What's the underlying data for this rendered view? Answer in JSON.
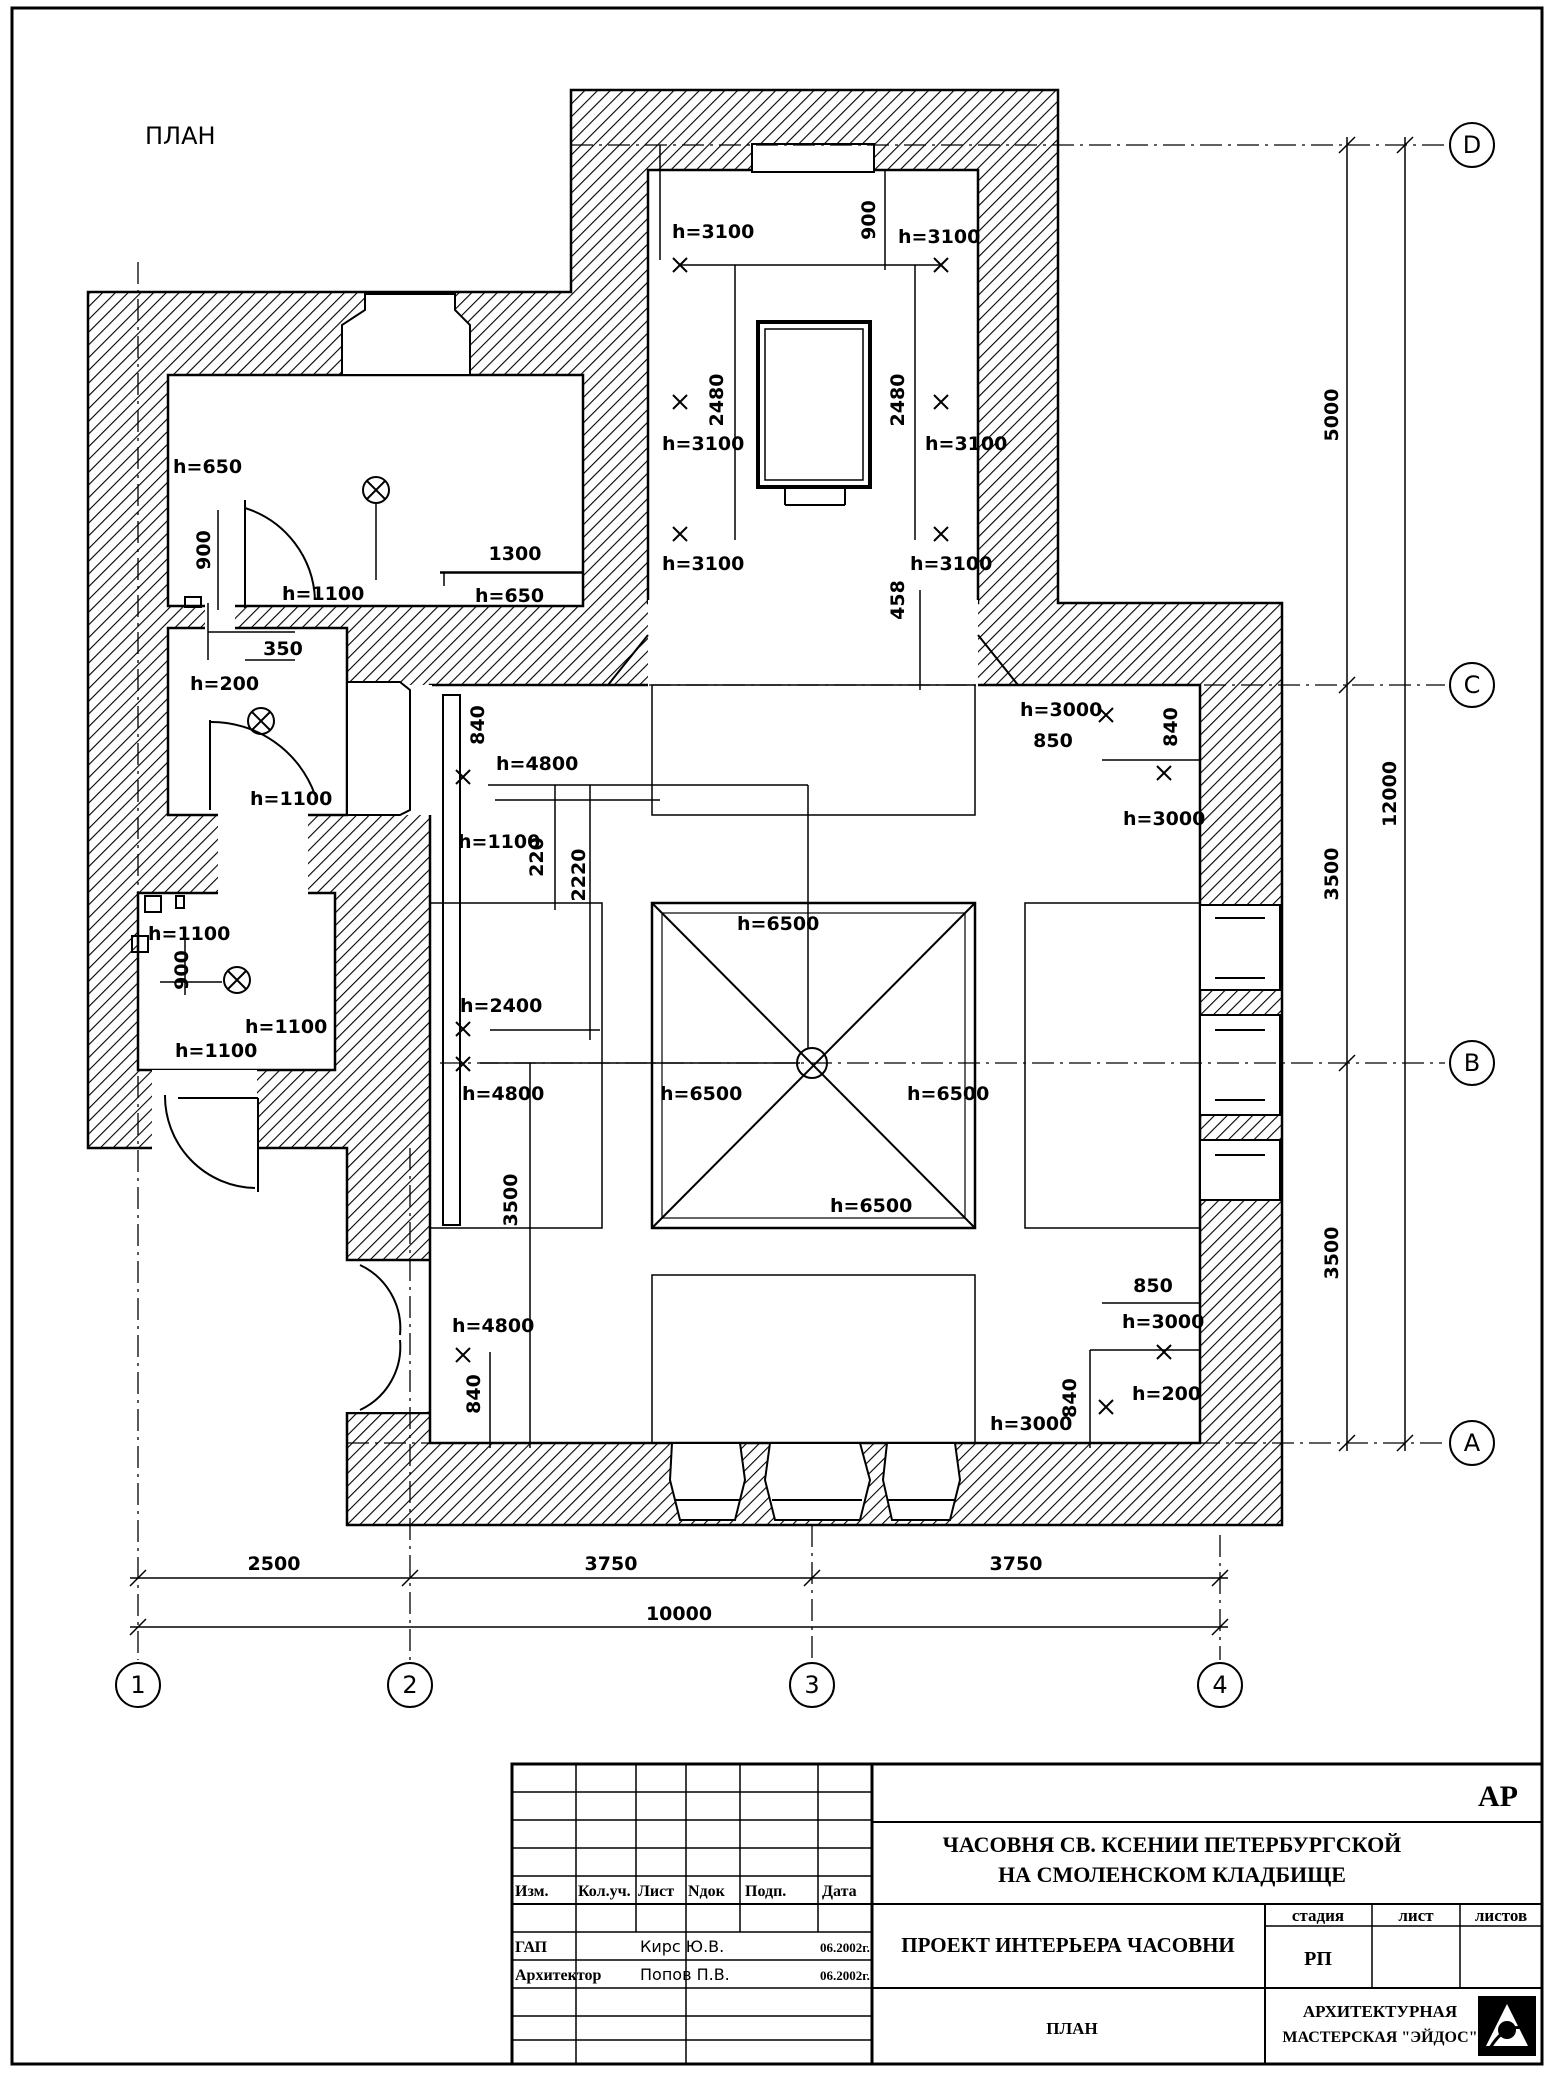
{
  "sheet": {
    "plan_title": "ПЛАН",
    "sheet_code": "АР"
  },
  "grid_axes": {
    "columns": [
      "1",
      "2",
      "3",
      "4"
    ],
    "rows": [
      "A",
      "B",
      "C",
      "D"
    ]
  },
  "dimensions": {
    "bottom_spans": [
      "2500",
      "3750",
      "3750"
    ],
    "bottom_total": "10000",
    "right_spans": [
      "3500",
      "3500",
      "5000"
    ],
    "right_total": "12000",
    "interior": [
      "900",
      "2480",
      "2480",
      "458",
      "840",
      "850",
      "840",
      "220",
      "2220",
      "3500",
      "850",
      "840",
      "840",
      "1300",
      "900",
      "350",
      "900"
    ]
  },
  "height_labels": [
    "h=3100",
    "h=3100",
    "h=3100",
    "h=3100",
    "h=3100",
    "h=3100",
    "h=650",
    "h=650",
    "h=1100",
    "h=200",
    "h=1100",
    "h=4800",
    "h=1100",
    "h=3000",
    "h=3000",
    "h=6500",
    "h=6500",
    "h=6500",
    "h=6500",
    "h=1100",
    "h=1100",
    "h=1100",
    "h=2400",
    "h=4800",
    "h=4800",
    "h=3000",
    "h=200",
    "h=3000"
  ],
  "title_block": {
    "project_title_line1": "ЧАСОВНЯ СВ. КСЕНИИ ПЕТЕРБУРГСКОЙ",
    "project_title_line2": "НА СМОЛЕНСКОМ КЛАДБИЩЕ",
    "col_headers": [
      "Изм.",
      "Кол.уч.",
      "Лист",
      "Nдок",
      "Подп.",
      "Дата"
    ],
    "roles": [
      {
        "role": "ГАП",
        "name": "Кирс Ю.В.",
        "date": "06.2002г."
      },
      {
        "role": "Архитектор",
        "name": "Попов П.В.",
        "date": "06.2002г."
      }
    ],
    "stage_headers": [
      "стадия",
      "лист",
      "листов"
    ],
    "stage": "РП",
    "drawing_name": "ПРОЕКТ ИНТЕРЬЕРА ЧАСОВНИ",
    "sheet_name": "ПЛАН",
    "firm_line1": "АРХИТЕКТУРНАЯ",
    "firm_line2": "МАСТЕРСКАЯ \"ЭЙДОС\""
  }
}
